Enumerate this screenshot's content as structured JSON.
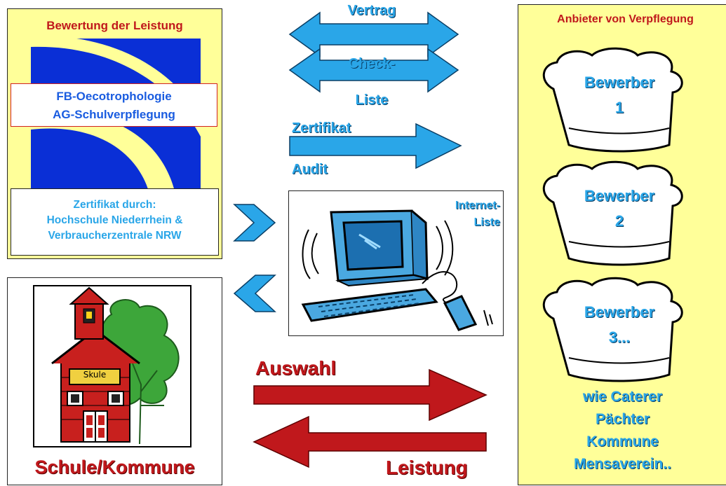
{
  "left_panel": {
    "title": "Bewertung der Leistung",
    "logo_line1": "FB-Oecotrophologie",
    "logo_line2": "AG-Schulverpflegung",
    "cert_line1": "Zertifikat durch:",
    "cert_line2": "Hochschule Niederrhein &",
    "cert_line3": "Verbraucherzentrale NRW"
  },
  "school": {
    "sign": "Skule",
    "label": "Schule/Kommune"
  },
  "center": {
    "vertrag": "Vertrag",
    "check": "Check-",
    "liste": "Liste",
    "zertifikat": "Zertifikat",
    "audit": "Audit",
    "internet_line1": "Internet-",
    "internet_line2": "Liste",
    "auswahl": "Auswahl",
    "leistung": "Leistung"
  },
  "right_panel": {
    "title": "Anbieter von Verpflegung",
    "bewerber": [
      {
        "line1": "Bewerber",
        "line2": "1"
      },
      {
        "line1": "Bewerber",
        "line2": "2"
      },
      {
        "line1": "Bewerber",
        "line2": "3..."
      }
    ],
    "types": [
      "wie Caterer",
      "Pächter",
      "Kommune",
      "Mensaverein.."
    ]
  },
  "colors": {
    "yellow_panel": "#ffff99",
    "blue_arrow": "#2aa6e8",
    "red_arrow": "#c0181c",
    "logo_blue": "#0a2fd6"
  }
}
